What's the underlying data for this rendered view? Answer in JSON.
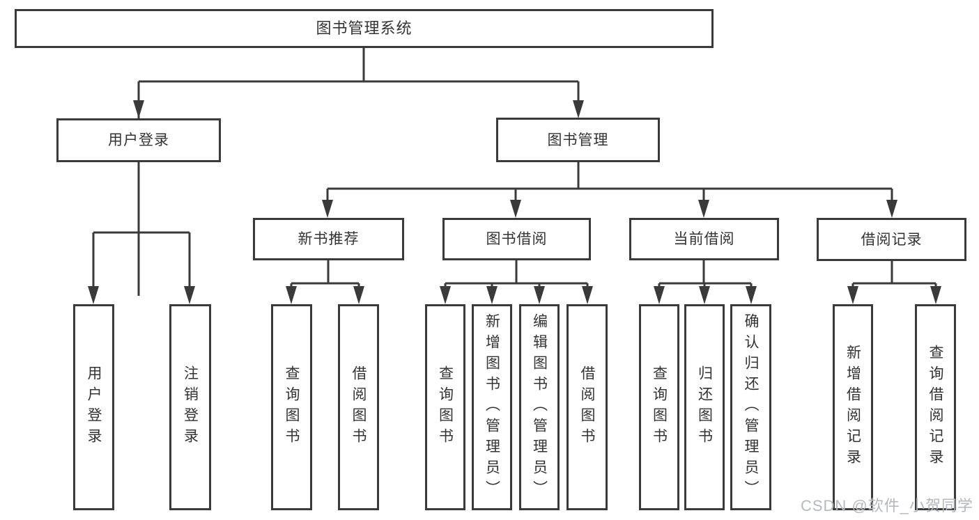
{
  "tree": {
    "root": {
      "label": "图书管理系统"
    },
    "children": [
      {
        "label": "用户登录",
        "children": [
          {
            "label": "用户登录"
          },
          {
            "label": "注销登录"
          }
        ]
      },
      {
        "label": "图书管理",
        "children": [
          {
            "label": "新书推荐",
            "children": [
              {
                "label": "查询图书"
              },
              {
                "label": "借阅图书"
              }
            ]
          },
          {
            "label": "图书借阅",
            "children": [
              {
                "label": "查询图书"
              },
              {
                "label": "新增图书（管理员）"
              },
              {
                "label": "编辑图书（管理员）"
              },
              {
                "label": "借阅图书"
              }
            ]
          },
          {
            "label": "当前借阅",
            "children": [
              {
                "label": "查询图书"
              },
              {
                "label": "归还图书"
              },
              {
                "label": "确认归还（管理员）"
              }
            ]
          },
          {
            "label": "借阅记录",
            "children": [
              {
                "label": "新增借阅记录"
              },
              {
                "label": "查询借阅记录"
              }
            ]
          }
        ]
      }
    ]
  },
  "watermark": {
    "text": "CSDN @软件_小贺同学"
  },
  "colors": {
    "line": "#3a3a3a",
    "box_border": "#3a3a3a",
    "text": "#333333",
    "watermark": "#b3b9bf",
    "background": "#ffffff"
  }
}
